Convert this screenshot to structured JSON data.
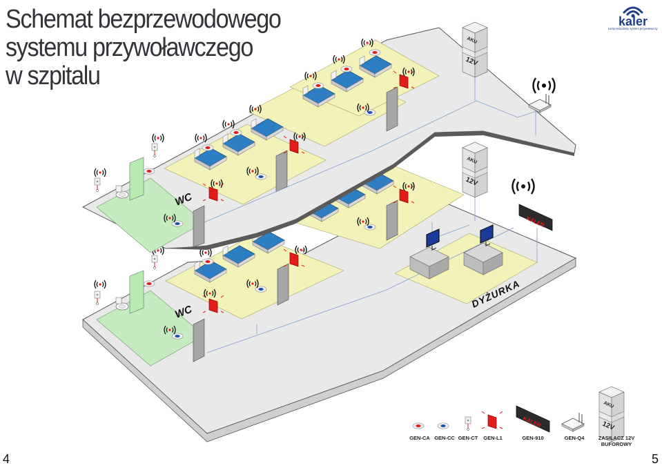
{
  "title": {
    "line1": "Schemat bezprzewodowego",
    "line2": "systemu przywoławczego",
    "line3": "w szpitalu"
  },
  "brand": {
    "name": "kaler",
    "tagline": "bezprzewodowy system przywoławczy"
  },
  "colors": {
    "floor_green": "#c6ebc0",
    "floor_yellow": "#f3f2b8",
    "floor_grey": "#e9e9e9",
    "bed_blue": "#2d7ec3",
    "alarm_red": "#e41b1b",
    "display_black": "#2b2b2b",
    "wire_blue": "#7f9ccc"
  },
  "labels": {
    "wc": "WC",
    "akku": "AKU",
    "volt": "12V",
    "display_text": "KALER",
    "duty": "DYŻURKA"
  },
  "legend": [
    {
      "code": "GEN-CA",
      "desc": ""
    },
    {
      "code": "GEN-CC",
      "desc": ""
    },
    {
      "code": "GEN-CT",
      "desc": ""
    },
    {
      "code": "GEN-L1",
      "desc": ""
    },
    {
      "code": "GEN-910",
      "desc": ""
    },
    {
      "code": "GEN-Q4",
      "desc": ""
    },
    {
      "code": "ZASILACZ 12V",
      "desc": "BUFOROWY"
    }
  ],
  "pages": {
    "left": "4",
    "right": "5"
  }
}
